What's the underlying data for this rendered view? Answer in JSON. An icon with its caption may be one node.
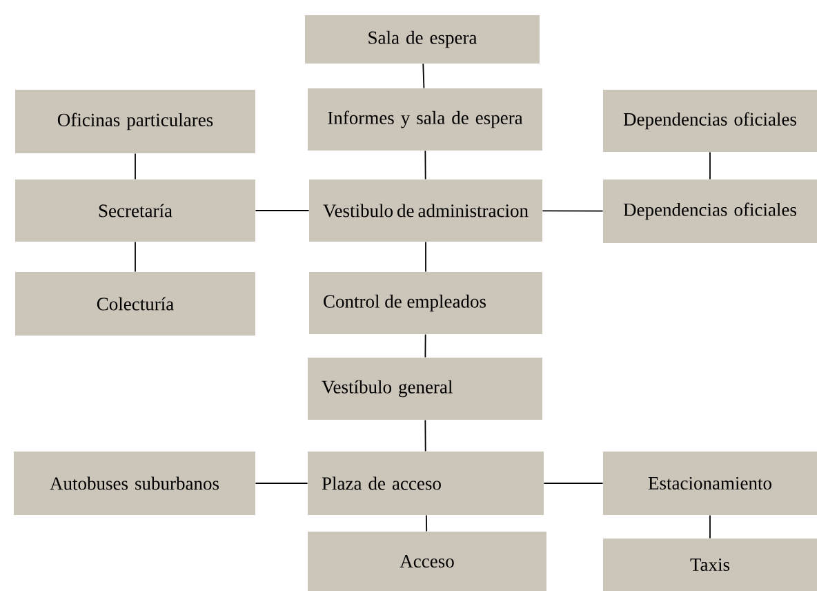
{
  "diagram": {
    "nodes": [
      {
        "text": [
          "Sala de espera"
        ]
      },
      {
        "text": [
          "Oficinas particulares"
        ]
      },
      {
        "text": [
          "Informes y sala de espera"
        ]
      },
      {
        "text": [
          "Dependencias oficiales"
        ]
      },
      {
        "text": [
          "Secretaría"
        ]
      },
      {
        "text": [
          "Vestibulo de administracion"
        ]
      },
      {
        "text": [
          "Dependencias oficiales"
        ]
      },
      {
        "text": [
          "Colecturía"
        ]
      },
      {
        "text": [
          "Control de empleados"
        ]
      },
      {
        "text": [
          "Vestíbulo general"
        ]
      },
      {
        "text": [
          "Autobuses suburbanos"
        ]
      },
      {
        "text": [
          "Plaza de acceso"
        ]
      },
      {
        "text": [
          "Estacionamiento"
        ]
      },
      {
        "text": [
          "Acceso"
        ]
      },
      {
        "text": [
          "Taxis"
        ]
      }
    ],
    "edges": [
      {
        "from": 0,
        "to": 2,
        "arrow": "none"
      },
      {
        "from": 1,
        "to": 4,
        "arrow": "none"
      },
      {
        "from": 3,
        "to": 6,
        "arrow": "none"
      },
      {
        "from": 2,
        "to": 5,
        "arrow": "none"
      },
      {
        "from": 4,
        "to": 5,
        "arrow": "none"
      },
      {
        "from": 5,
        "to": 6,
        "arrow": "none"
      },
      {
        "from": 4,
        "to": 7,
        "arrow": "none"
      },
      {
        "from": 5,
        "to": 8,
        "arrow": "none"
      },
      {
        "from": 8,
        "to": 9,
        "arrow": "none"
      },
      {
        "from": 9,
        "to": 11,
        "arrow": "none"
      },
      {
        "from": 10,
        "to": 11,
        "arrow": "none"
      },
      {
        "from": 11,
        "to": 12,
        "arrow": "none"
      },
      {
        "from": 11,
        "to": 13,
        "arrow": "none"
      },
      {
        "from": 12,
        "to": 14,
        "arrow": "none"
      }
    ]
  }
}
